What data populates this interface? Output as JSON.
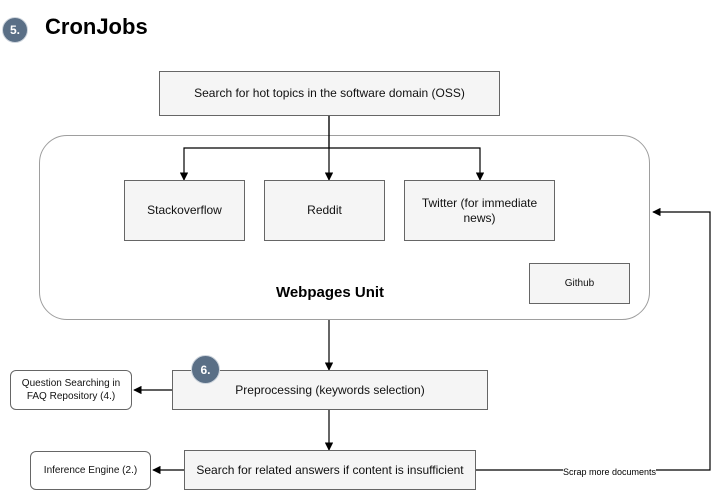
{
  "header": {
    "step_badge": "5.",
    "title": "CronJobs"
  },
  "nodes": {
    "search_hot_topics": "Search for hot topics in the software domain (OSS)",
    "stackoverflow": "Stackoverflow",
    "reddit": "Reddit",
    "twitter": "Twitter (for immediate news)",
    "github": "Github",
    "webpages_unit": "Webpages Unit",
    "preprocessing_badge": "6.",
    "preprocessing": "Preprocessing (keywords selection)",
    "question_searching": "Question Searching in FAQ Repository (4.)",
    "search_related": "Search for related answers if content is insufficient",
    "inference_engine": "Inference Engine (2.)"
  },
  "edges": {
    "scrap_more": "Scrap more documents"
  },
  "colors": {
    "box_fill": "#f5f5f5",
    "box_border": "#666666",
    "badge_fill": "#5a6f86",
    "line": "#000000"
  }
}
